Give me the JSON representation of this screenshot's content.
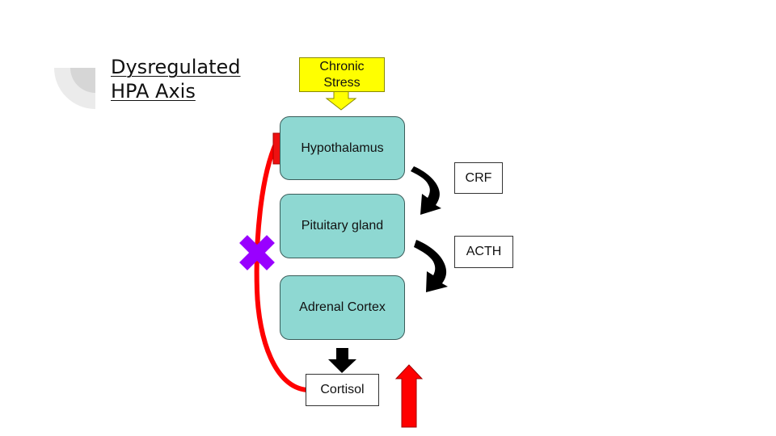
{
  "slide": {
    "title_line1": "Dysregulated",
    "title_line2": "HPA Axis"
  },
  "diagram": {
    "stressor": {
      "line1": "Chronic",
      "line2": "Stress"
    },
    "nodes": [
      {
        "id": "hypothalamus",
        "label": "Hypothalamus"
      },
      {
        "id": "pituitary",
        "label": "Pituitary gland"
      },
      {
        "id": "adrenal",
        "label": "Adrenal Cortex"
      }
    ],
    "hormones": {
      "crf": "CRF",
      "acth": "ACTH",
      "cortisol": "Cortisol"
    },
    "colors": {
      "node_fill": "#8ed8d2",
      "stress_fill": "#ffff00",
      "feedback_line": "#ff0000",
      "blocked_marker": "#9900ff",
      "increase_arrow": "#ff0000",
      "flow_arrow": "#000000"
    },
    "feedback": {
      "from": "cortisol",
      "to": "hypothalamus",
      "status": "blocked"
    },
    "cortisol_trend": "increase"
  }
}
